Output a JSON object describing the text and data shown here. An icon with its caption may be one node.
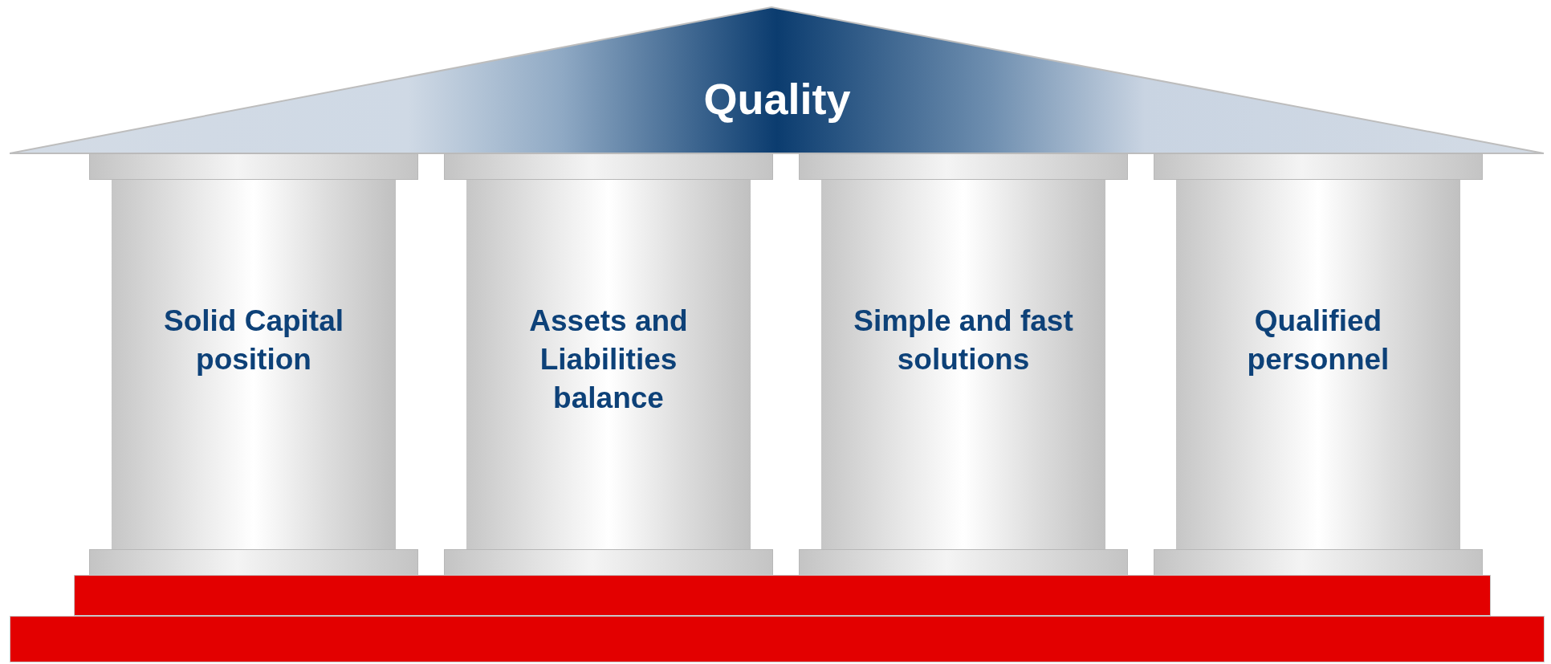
{
  "diagram": {
    "nodes": [
      {
        "text": [
          "Quality"
        ]
      },
      {
        "text": [
          "Solid Capital position"
        ]
      },
      {
        "text": [
          "Assets and Liabilities balance"
        ]
      },
      {
        "text": [
          "Simple and fast solutions"
        ]
      },
      {
        "text": [
          "Qualified personnel"
        ]
      },
      {
        "text": [],
        "shape": "bar"
      },
      {
        "text": [],
        "shape": "bar"
      }
    ]
  }
}
